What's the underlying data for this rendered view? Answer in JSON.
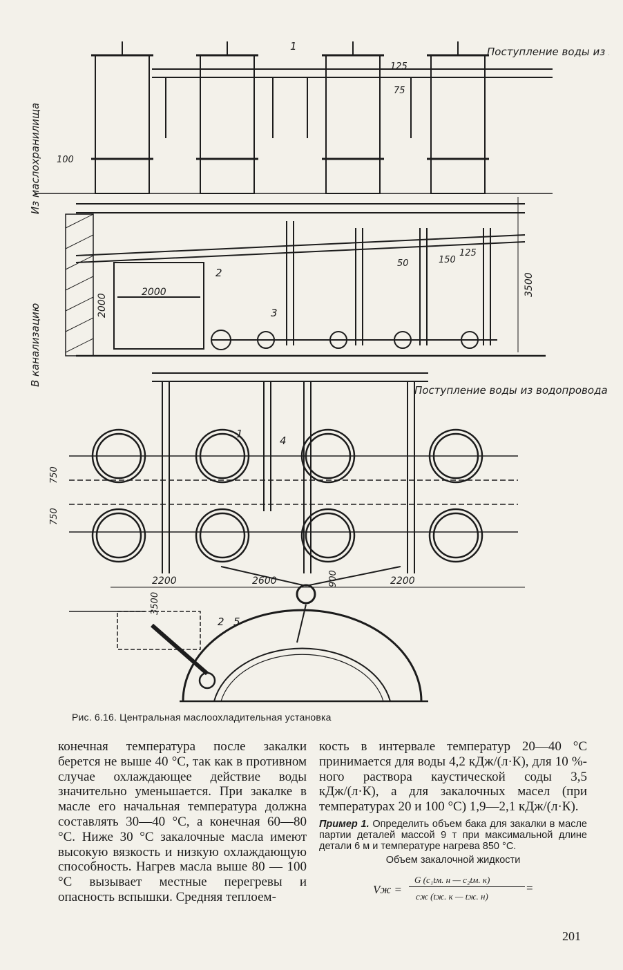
{
  "figure": {
    "label_water_inlet_top": "Поступление воды из водопровода",
    "label_water_inlet_mid": "Поступление воды из водопровода",
    "label_from_oil_storage": "Из маслохранилища",
    "label_to_sewer": "В канализацию",
    "callouts": [
      "1",
      "2",
      "3",
      "4",
      "5"
    ],
    "dimensions": [
      "100",
      "125",
      "75",
      "150",
      "125",
      "50",
      "3500",
      "2000",
      "2000",
      "750",
      "750",
      "2200",
      "2600",
      "900",
      "2200",
      "3500"
    ],
    "caption": "Рис. 6.16. Центральная маслоохладительная установка"
  },
  "text": {
    "left_column": "конечная температура после закалки берется не выше 40 °C, так как в противном случае охлаждающее действие воды значительно уменьшается. При закалке в масле его начальная температура должна составлять 30—40 °C, а конечная 60—80 °C. Ниже 30 °C закалочные масла имеют высокую вязкость и низкую охлаждающую способность. Нагрев масла выше 80 — 100 °C вызывает местные перегревы и опасность вспышки. Средняя теплоем-",
    "right_column": "кость в интервале температур 20—40 °C принимается для воды 4,2 кДж/(л·К), для 10 %-ного раствора каустической соды 3,5 кДж/(л·К), а для закалочных масел (при температурах 20 и 100 °C) 1,9—2,1 кДж/(л·К).",
    "example_label": "Пример 1.",
    "example_text": "Определить объем бака для закалки в масле партии деталей массой 9 т при максимальной длине детали 6 м и температуре нагрева 850 °C.",
    "formula_title": "Объем закалочной жидкости",
    "formula_lhs": "Vж =",
    "formula_numerator": "G (c₁tм. н — c₂tм. к)",
    "formula_denominator": "cж (tж. к — tж. н)",
    "formula_tail": "=",
    "page_number": "201"
  }
}
